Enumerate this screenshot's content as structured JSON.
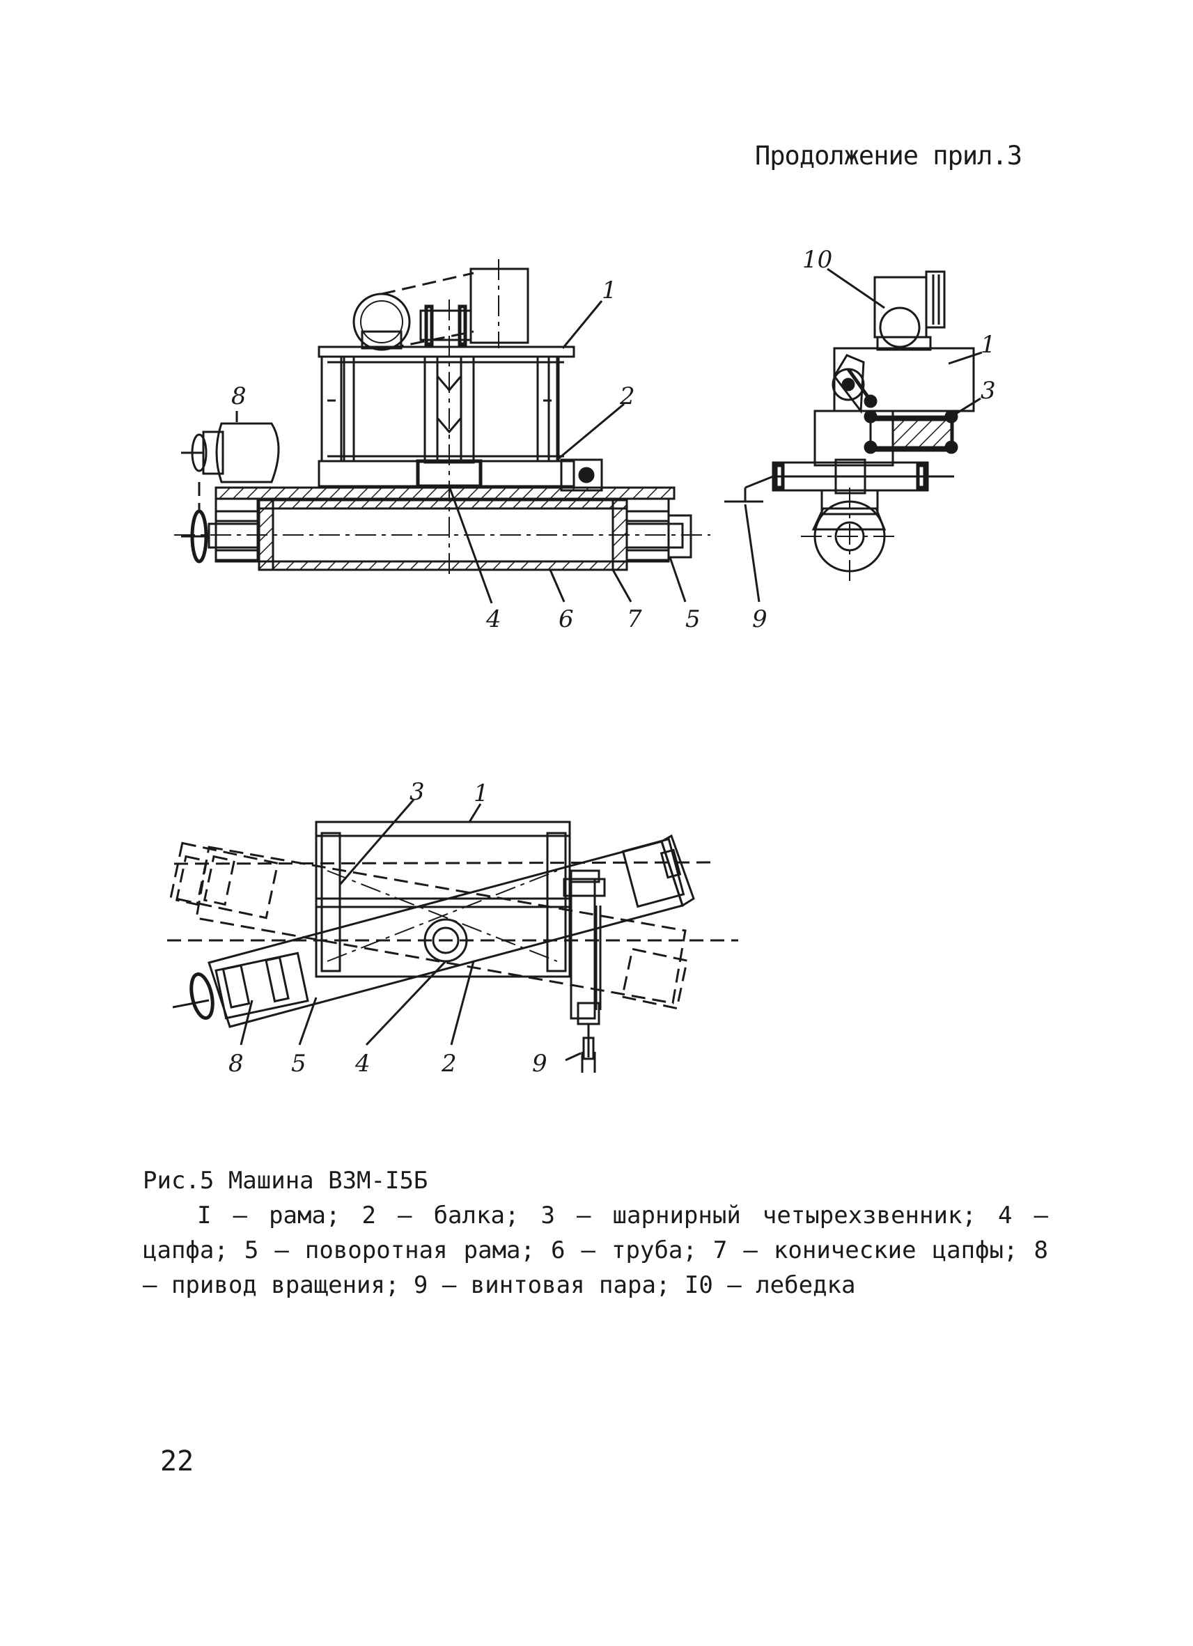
{
  "header": {
    "text": "Продолжение прил.3"
  },
  "figure": {
    "callouts_front_view": [
      "1",
      "2",
      "4",
      "5",
      "6",
      "7",
      "8"
    ],
    "callouts_side_view": [
      "10",
      "1",
      "3",
      "9"
    ],
    "callouts_plan_view": [
      "3",
      "1",
      "8",
      "5",
      "4",
      "2",
      "9"
    ]
  },
  "caption": {
    "title": "Рис.5 Машина ВЗМ-I5Б",
    "legend": "I – рама; 2 – балка; 3 – шарнирный четырехзвенник; 4 – цапфа; 5 – поворотная рама; 6 – труба; 7 – конические цапфы; 8 – привод вращения; 9 – винтовая пара; I0 – лебедка"
  },
  "page_number": "22"
}
